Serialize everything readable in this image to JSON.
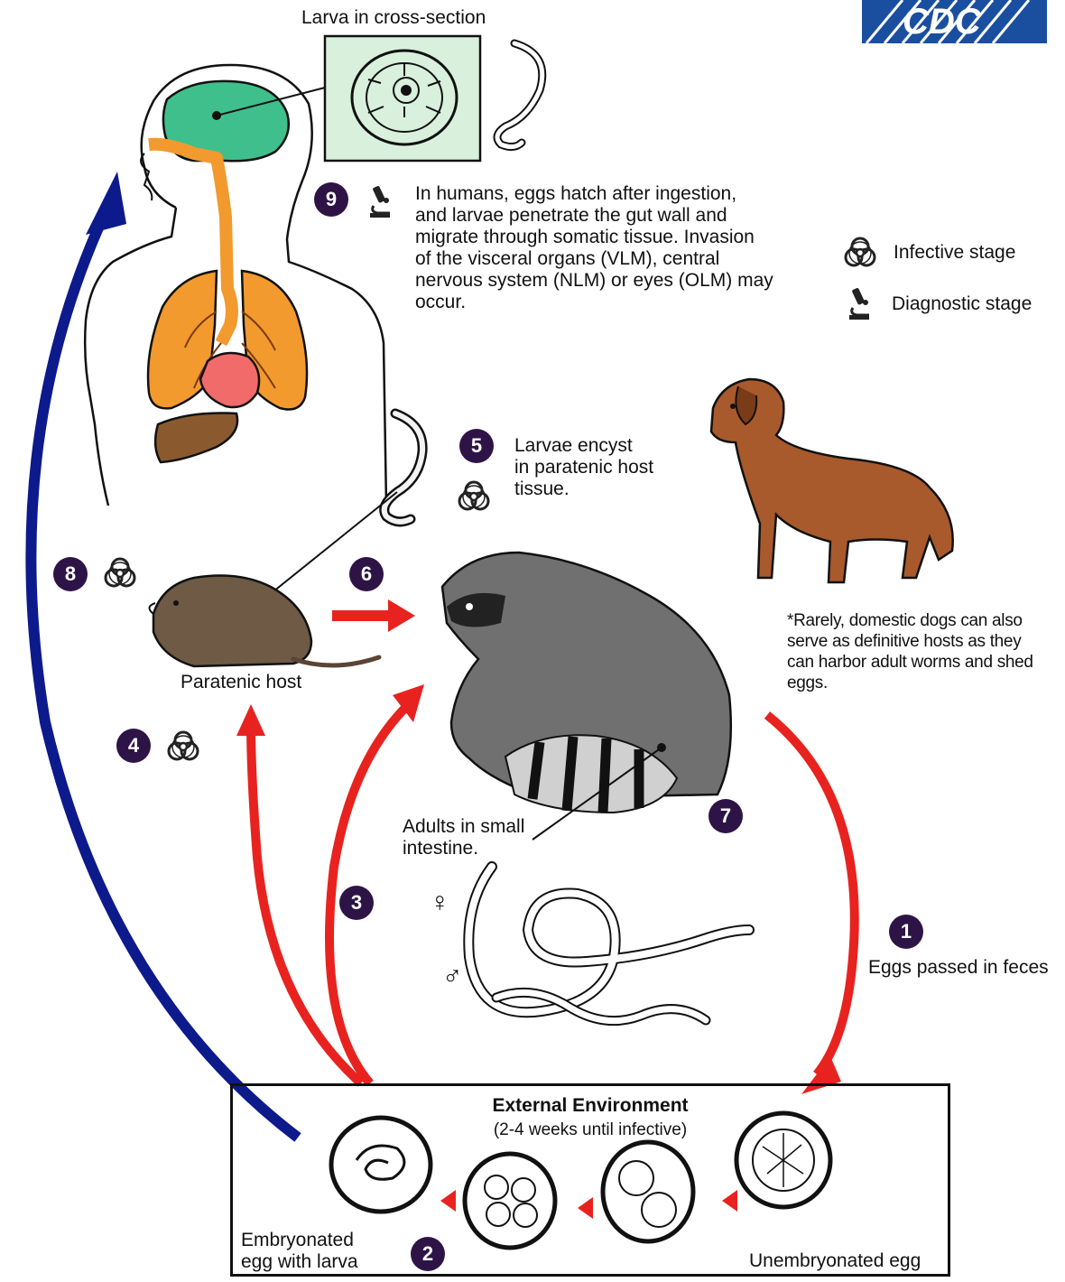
{
  "logo_text": "CDC",
  "labels": {
    "larva_cross_section": "Larva in cross-section",
    "step9_text": "In humans, eggs hatch after ingestion,\nand larvae penetrate the gut wall and\nmigrate through somatic tissue. Invasion\nof the visceral organs (VLM), central\nnervous system (NLM) or eyes (OLM) may\noccur.",
    "step5_text": "Larvae encyst\nin paratenic host\ntissue.",
    "paratenic_host": "Paratenic host",
    "dog_note": "*Rarely, domestic dogs can also\n  serve as definitive hosts as they\n  can harbor adult worms and shed\n  eggs.",
    "adults_small_intestine": "Adults in small\nintestine.",
    "female_symbol": "♀",
    "male_symbol": "♂",
    "eggs_passed": "Eggs passed in feces",
    "external_environment": "External Environment",
    "external_environment_sub": "(2-4 weeks until infective)",
    "embryonated_egg": "Embryonated\negg with larva",
    "unembryonated_egg": "Unembryonated egg"
  },
  "legend": {
    "infective_stage": "Infective stage",
    "diagnostic_stage": "Diagnostic stage"
  },
  "steps": {
    "s1": "1",
    "s2": "2",
    "s3": "3",
    "s4": "4",
    "s5": "5",
    "s6": "6",
    "s7": "7",
    "s8": "8",
    "s9": "9"
  },
  "colors": {
    "step_badge": "#2e1446",
    "red_arrow": "#e8231f",
    "blue_arrow": "#0d1a8c",
    "brain": "#3fbf8c",
    "lungs": "#f29a2e",
    "heart": "#f26b6b",
    "liver": "#8a5a2e",
    "logo": "#1a4fa0"
  },
  "icons": {
    "infective": "biohazard-icon",
    "diagnostic": "microscope-icon"
  }
}
